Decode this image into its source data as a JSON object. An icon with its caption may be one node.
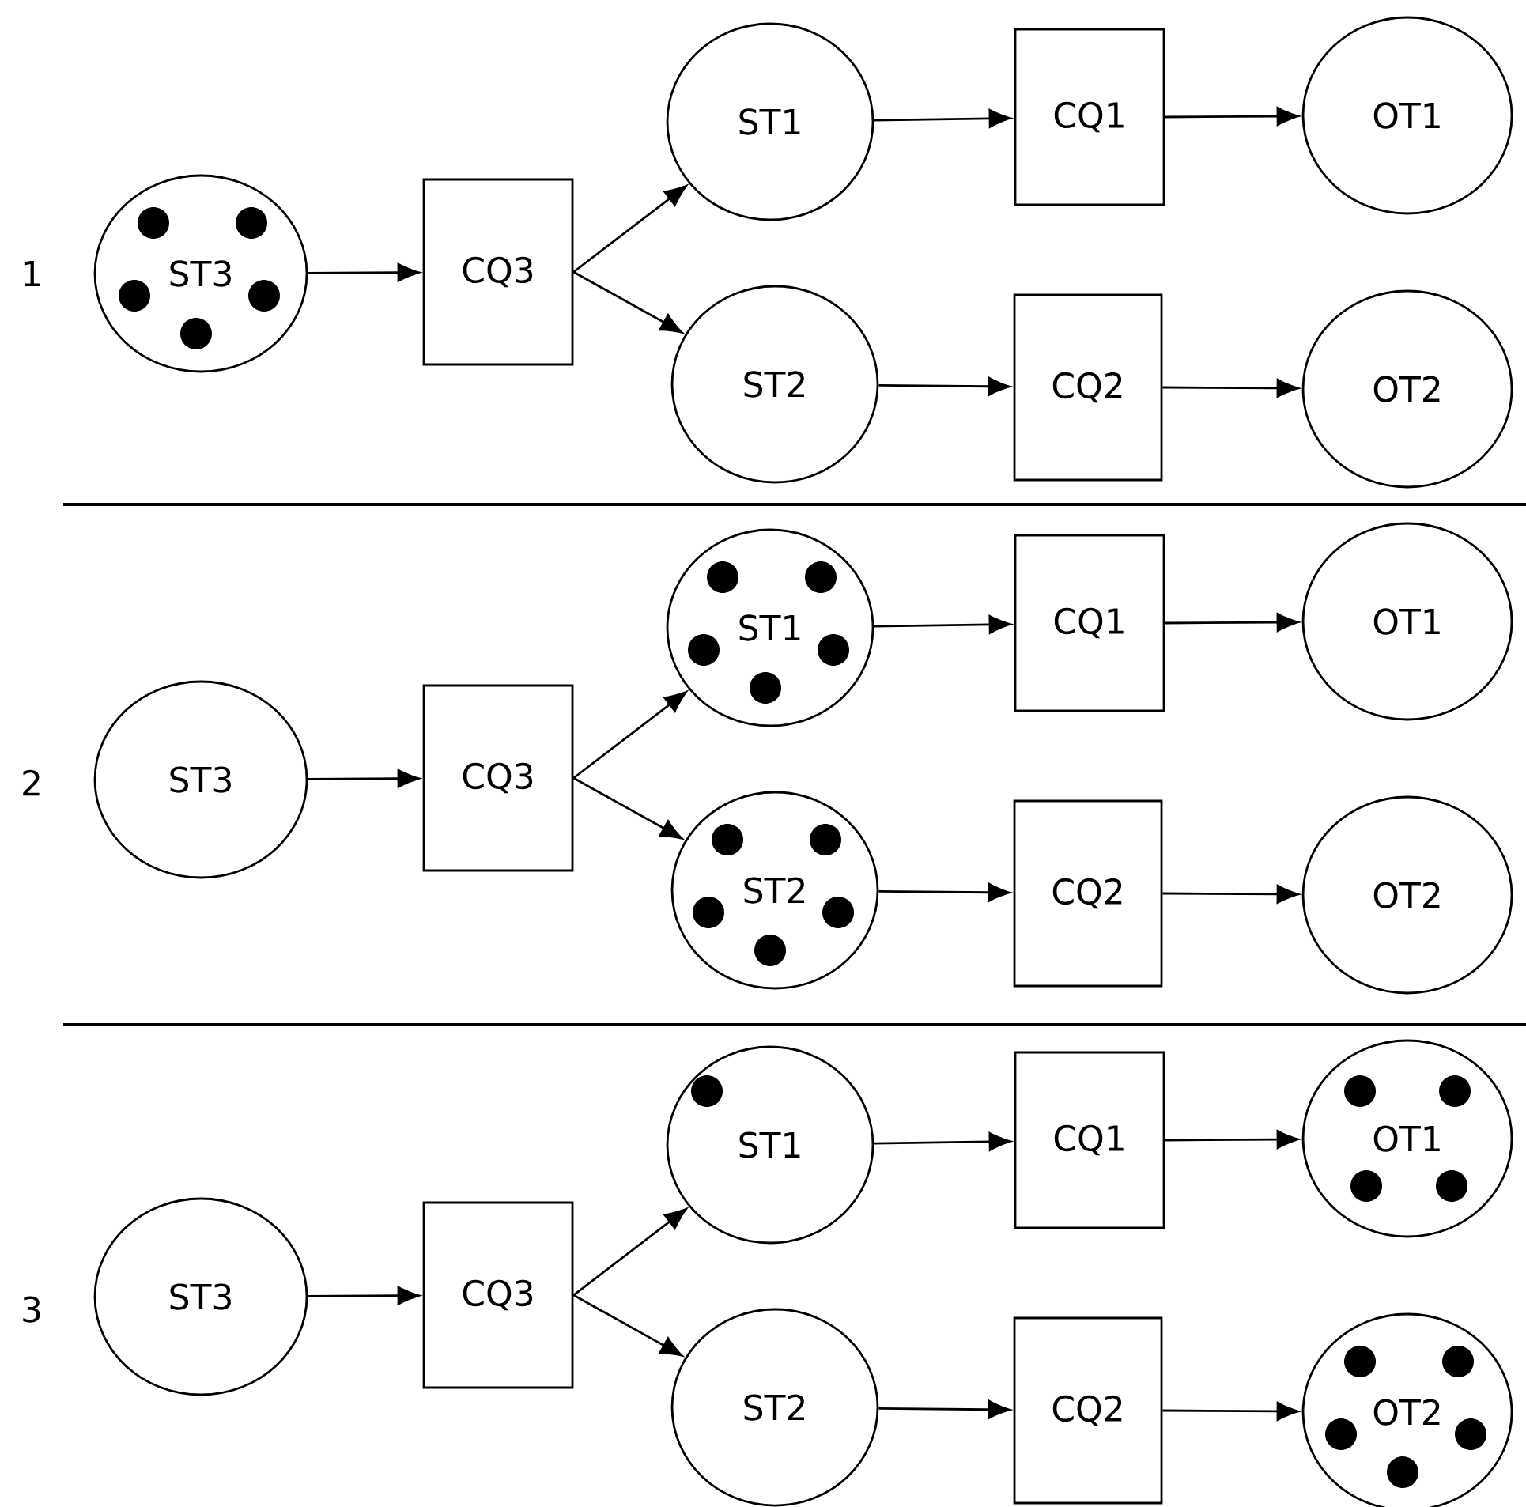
{
  "diagram": {
    "nodes": [
      {
        "text": [
          "ST3"
        ]
      },
      {
        "text": [
          "CQ3"
        ]
      },
      {
        "text": [
          "ST1"
        ]
      },
      {
        "text": [
          "CQ1"
        ]
      },
      {
        "text": [
          "OT1"
        ]
      },
      {
        "text": [
          "ST2"
        ]
      },
      {
        "text": [
          "CQ2"
        ]
      },
      {
        "text": [
          "OT2"
        ]
      },
      {
        "text": [
          "ST3"
        ]
      },
      {
        "text": [
          "CQ3"
        ]
      },
      {
        "text": [
          "ST1"
        ]
      },
      {
        "text": [
          "CQ1"
        ]
      },
      {
        "text": [
          "OT1"
        ]
      },
      {
        "text": [
          "ST2"
        ]
      },
      {
        "text": [
          "CQ2"
        ]
      },
      {
        "text": [
          "OT2"
        ]
      },
      {
        "text": [
          "ST3"
        ]
      },
      {
        "text": [
          "CQ3"
        ]
      },
      {
        "text": [
          "ST1"
        ]
      },
      {
        "text": [
          "CQ1"
        ]
      },
      {
        "text": [
          "OT1"
        ]
      },
      {
        "text": [
          "ST2"
        ]
      },
      {
        "text": [
          "CQ2"
        ]
      },
      {
        "text": [
          "OT2"
        ]
      }
    ],
    "edges": [
      {
        "from": 0,
        "to": 1,
        "arrow": "to"
      },
      {
        "from": 1,
        "to": 2,
        "arrow": "to"
      },
      {
        "from": 2,
        "to": 3,
        "arrow": "to"
      },
      {
        "from": 3,
        "to": 4,
        "arrow": "to"
      },
      {
        "from": 1,
        "to": 5,
        "arrow": "to"
      },
      {
        "from": 5,
        "to": 6,
        "arrow": "to"
      },
      {
        "from": 6,
        "to": 7,
        "arrow": "to"
      },
      {
        "from": 8,
        "to": 9,
        "arrow": "to"
      },
      {
        "from": 9,
        "to": 10,
        "arrow": "to"
      },
      {
        "from": 10,
        "to": 11,
        "arrow": "to"
      },
      {
        "from": 11,
        "to": 12,
        "arrow": "to"
      },
      {
        "from": 9,
        "to": 13,
        "arrow": "to"
      },
      {
        "from": 13,
        "to": 14,
        "arrow": "to"
      },
      {
        "from": 14,
        "to": 15,
        "arrow": "to"
      },
      {
        "from": 16,
        "to": 17,
        "arrow": "to"
      },
      {
        "from": 17,
        "to": 18,
        "arrow": "to"
      },
      {
        "from": 18,
        "to": 19,
        "arrow": "to"
      },
      {
        "from": 19,
        "to": 20,
        "arrow": "to"
      },
      {
        "from": 17,
        "to": 21,
        "arrow": "to"
      },
      {
        "from": 21,
        "to": 22,
        "arrow": "to"
      },
      {
        "from": 22,
        "to": 23,
        "arrow": "to"
      }
    ],
    "labels": [
      "1",
      "2",
      "3"
    ]
  }
}
